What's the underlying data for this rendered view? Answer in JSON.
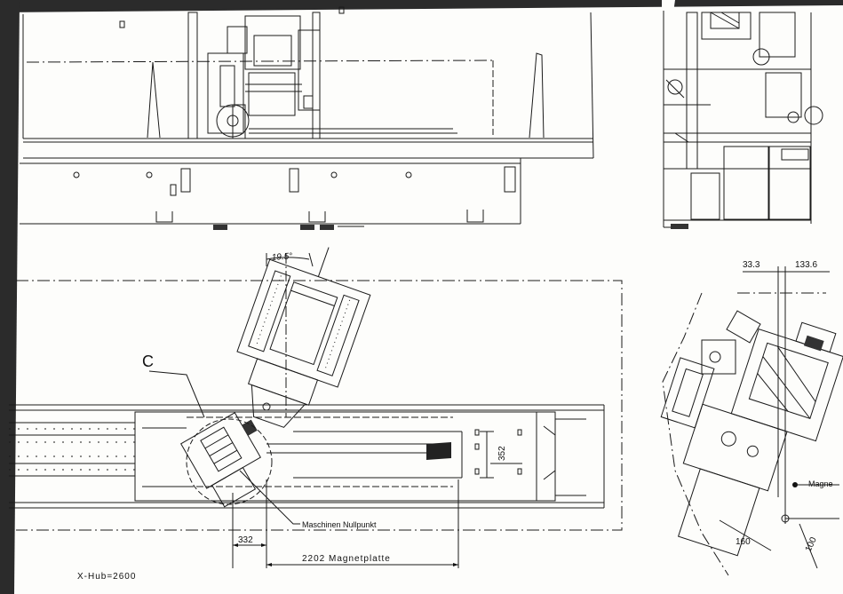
{
  "labels": {
    "angle": "19.5°",
    "detail_c": "C",
    "dim_352": "352",
    "origin": "Maschinen Nullpunkt",
    "dim_332": "332",
    "magnet_plate": "2202 Magnetplatte",
    "dim_33_3": "33.3",
    "dim_133_6": "133.6",
    "magnet_partial": "Magne",
    "dim_160": "160",
    "dim_100": "100",
    "x_stroke": "X-Hub=2600"
  }
}
